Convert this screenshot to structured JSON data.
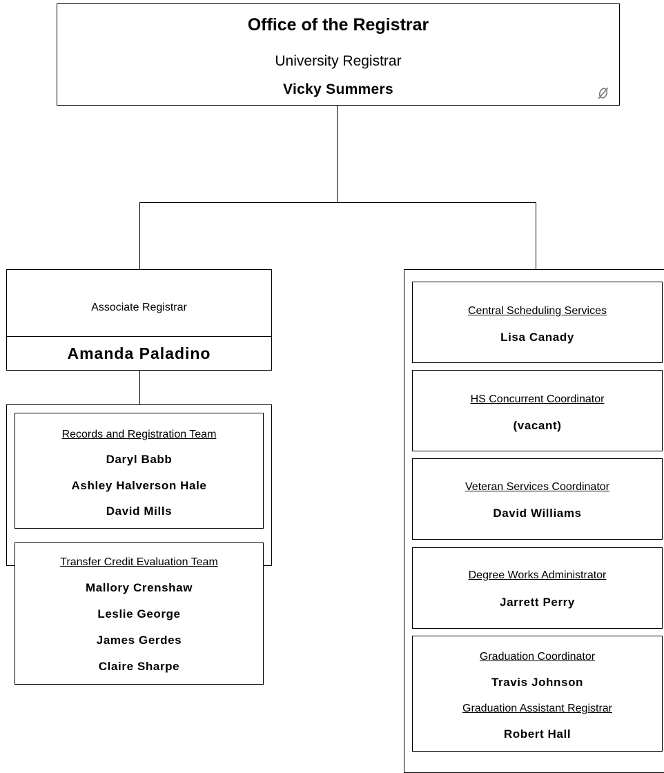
{
  "top": {
    "office": "Office of the Registrar",
    "title": "University Registrar",
    "name": "Vicky Summers",
    "icon": "no-link-icon"
  },
  "left": {
    "position": "Associate Registrar",
    "name": "Amanda Paladino",
    "teams": [
      {
        "label": "Records and Registration Team",
        "members": [
          "Daryl Babb",
          "Ashley Halverson Hale",
          "David Mills"
        ]
      },
      {
        "label": "Transfer Credit Evaluation Team",
        "members": [
          "Mallory Crenshaw",
          "Leslie George",
          "James Gerdes",
          "Claire Sharpe"
        ]
      }
    ]
  },
  "right": {
    "units": [
      {
        "label": "Central Scheduling Services",
        "name": "Lisa Canady"
      },
      {
        "label": "HS Concurrent Coordinator",
        "name": "(vacant)"
      },
      {
        "label": "Veteran Services Coordinator",
        "name": "David Williams"
      },
      {
        "label": "Degree Works Administrator",
        "name": "Jarrett Perry"
      },
      {
        "label": "Graduation Coordinator",
        "name": "Travis Johnson",
        "label2": "Graduation Assistant Registrar",
        "name2": "Robert Hall"
      }
    ]
  }
}
